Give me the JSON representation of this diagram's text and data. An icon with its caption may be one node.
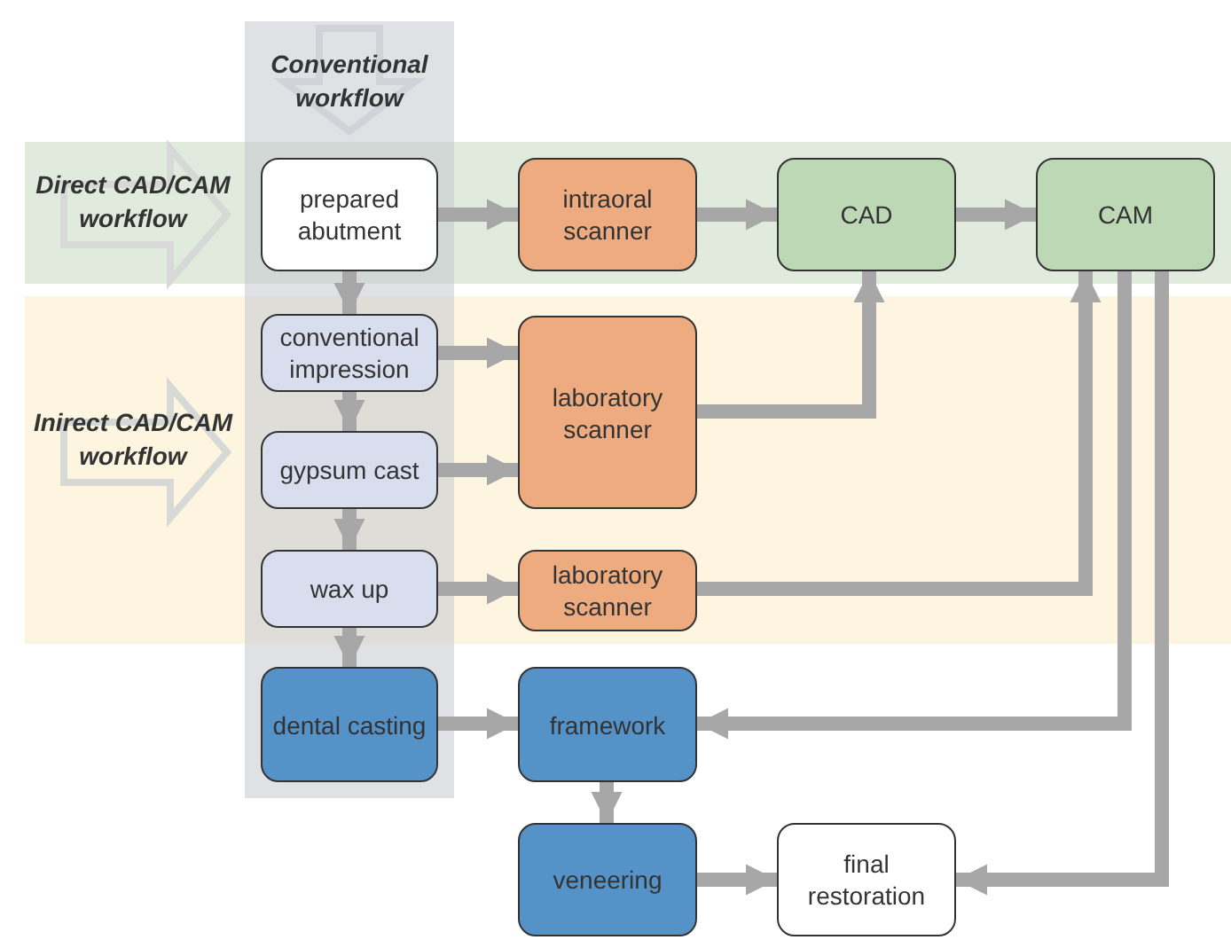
{
  "diagram": {
    "nodes": [
      {
        "text": [
          "prepared abutment"
        ]
      },
      {
        "text": [
          "intraoral scanner"
        ]
      },
      {
        "text": [
          "CAD"
        ]
      },
      {
        "text": [
          "CAM"
        ]
      },
      {
        "text": [
          "conventional impression"
        ]
      },
      {
        "text": [
          "laboratory scanner"
        ]
      },
      {
        "text": [
          "gypsum cast"
        ]
      },
      {
        "text": [
          "wax up"
        ]
      },
      {
        "text": [
          "laboratory scanner"
        ]
      },
      {
        "text": [
          "dental casting"
        ]
      },
      {
        "text": [
          "framework"
        ]
      },
      {
        "text": [
          "veneering"
        ]
      },
      {
        "text": [
          "final restoration"
        ]
      }
    ],
    "edges": [
      {
        "from": 0,
        "to": 1,
        "arrow": "to"
      },
      {
        "from": 1,
        "to": 2,
        "arrow": "to"
      },
      {
        "from": 2,
        "to": 3,
        "arrow": "to"
      },
      {
        "from": 0,
        "to": 4,
        "arrow": "to"
      },
      {
        "from": 4,
        "to": 5,
        "arrow": "to"
      },
      {
        "from": 4,
        "to": 6,
        "arrow": "to"
      },
      {
        "from": 6,
        "to": 5,
        "arrow": "to"
      },
      {
        "from": 5,
        "to": 2,
        "arrow": "to"
      },
      {
        "from": 6,
        "to": 7,
        "arrow": "to"
      },
      {
        "from": 7,
        "to": 8,
        "arrow": "to"
      },
      {
        "from": 8,
        "to": 3,
        "arrow": "to"
      },
      {
        "from": 7,
        "to": 9,
        "arrow": "to"
      },
      {
        "from": 9,
        "to": 10,
        "arrow": "to"
      },
      {
        "from": 3,
        "to": 10,
        "arrow": "to"
      },
      {
        "from": 10,
        "to": 11,
        "arrow": "to"
      },
      {
        "from": 11,
        "to": 12,
        "arrow": "to"
      },
      {
        "from": 3,
        "to": 12,
        "arrow": "to"
      }
    ],
    "labels": [
      "Conventional workflow",
      "Direct CAD/CAM workflow",
      "Inirect CAD/CAM workflow"
    ]
  }
}
